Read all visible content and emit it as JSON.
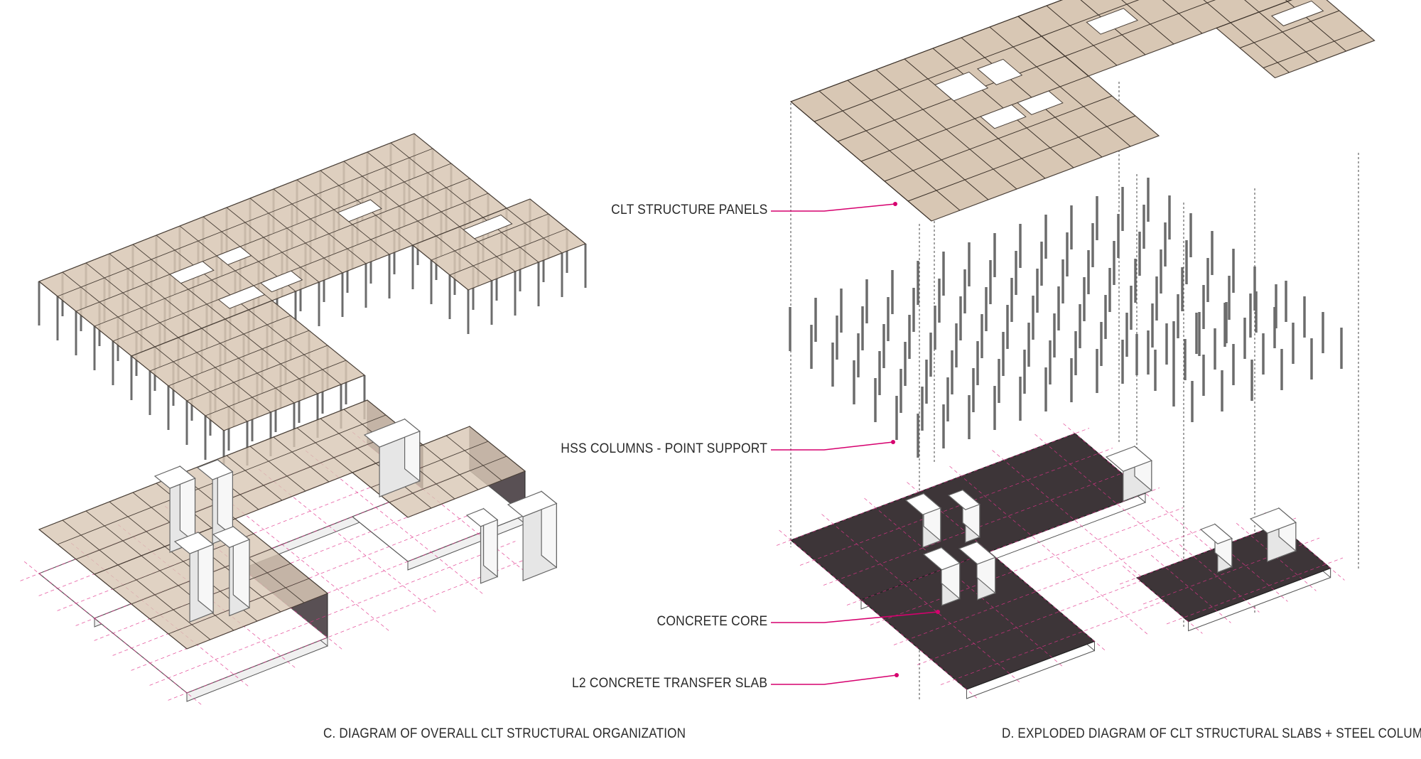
{
  "colors": {
    "panel_fill": "#d8c7b4",
    "panel_stroke": "#4a4038",
    "column": "#7a7a7a",
    "slab_dark": "#3d3538",
    "grid_pink": "#e0338a",
    "core_fill": "#f4f4f4",
    "leader": "#d6006e",
    "text": "#2a2a2a"
  },
  "diagram_c": {
    "caption": "C. DIAGRAM OF OVERALL CLT STRUCTURAL ORGANIZATION"
  },
  "diagram_d": {
    "caption": "D. EXPLODED DIAGRAM OF CLT STRUCTURAL SLABS + STEEL COLUMNS",
    "callouts": [
      {
        "id": "clt",
        "text": "CLT STRUCTURE PANELS"
      },
      {
        "id": "hss",
        "text": "HSS COLUMNS - POINT SUPPORT"
      },
      {
        "id": "core",
        "text": "CONCRETE CORE"
      },
      {
        "id": "slab",
        "text": "L2 CONCRETE TRANSFER SLAB"
      }
    ]
  }
}
